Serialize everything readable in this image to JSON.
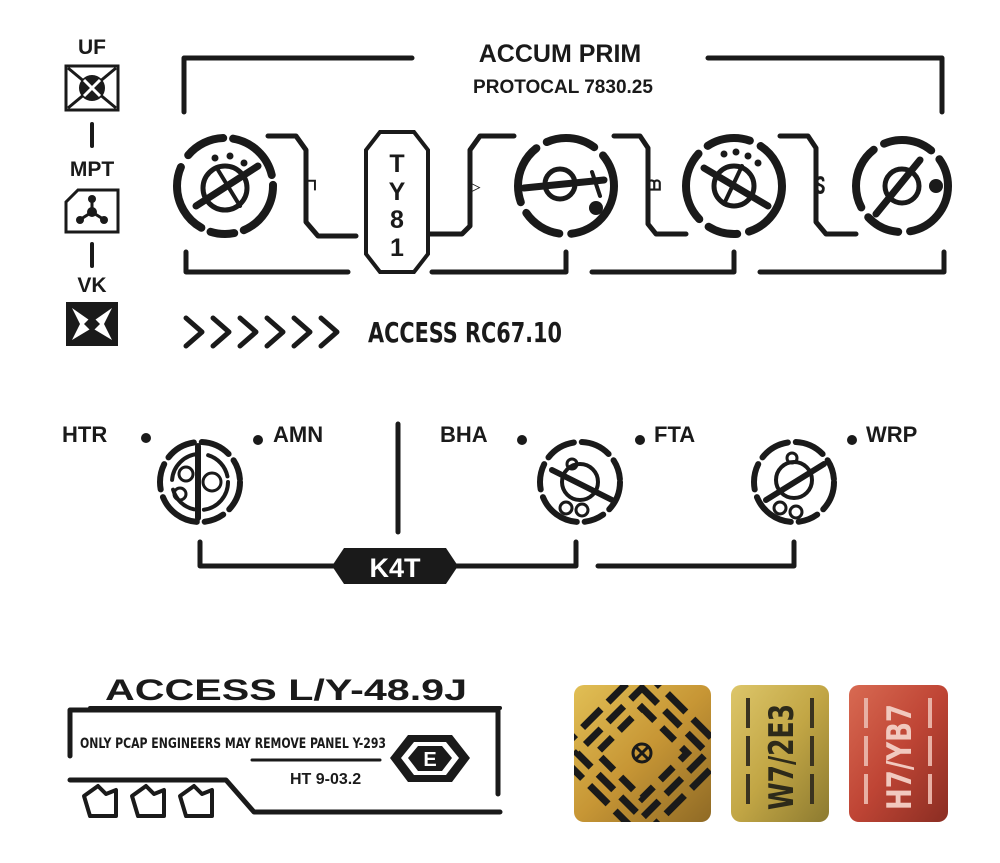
{
  "top_panel": {
    "title": "ACCUM PRIM",
    "subtitle": "PROTOCAL 7830.25",
    "center_tag": [
      "T",
      "Y",
      "8",
      "1"
    ],
    "access_label": "ACCESS RC67.10",
    "connector_glyphs": [
      "⊏",
      "▷",
      "ᗺ",
      "ᔕ"
    ]
  },
  "left_column": {
    "items": [
      {
        "label": "UF",
        "icon": "crossed-box-icon"
      },
      {
        "label": "MPT",
        "icon": "hazard-triangle-icon"
      },
      {
        "label": "VK",
        "icon": "x-box-icon"
      }
    ]
  },
  "middle_panel": {
    "labels": [
      "HTR",
      "AMN",
      "BHA",
      "FTA",
      "WRP"
    ],
    "badge": "K4T"
  },
  "bottom_panel": {
    "title": "ACCESS L/Y-48.9J",
    "note": "ONLY PCAP ENGINEERS  MAY REMOVE PANEL Y-293",
    "code": "HT 9-03.2",
    "hex_icon_letter": "E"
  },
  "swatches": [
    {
      "label": "",
      "color": "#c99a3a"
    },
    {
      "label": "W7/2E3",
      "color": "#c8ac4a"
    },
    {
      "label": "H7/YB7",
      "color": "#c2483a"
    }
  ],
  "colors": {
    "ink": "#1a1a1a",
    "paper": "#ffffff"
  }
}
